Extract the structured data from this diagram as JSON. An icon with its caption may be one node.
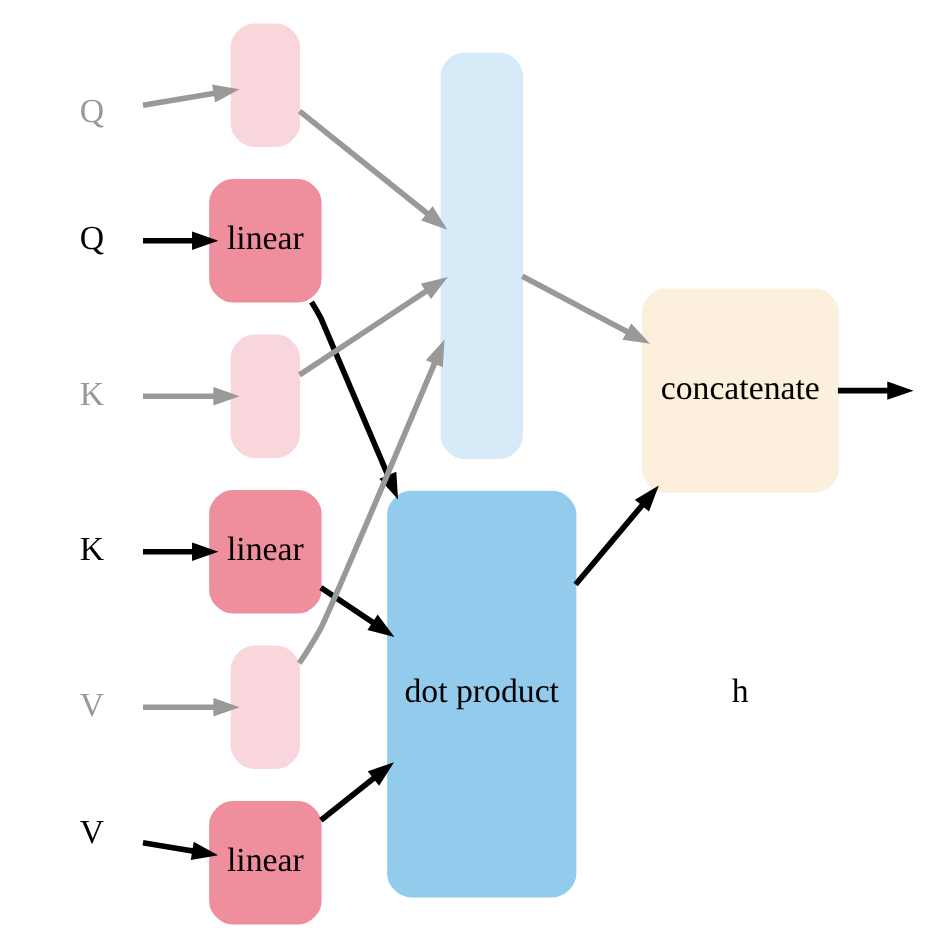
{
  "diagram": {
    "nodes": [
      {
        "text": [
          "Q"
        ]
      },
      {
        "text": [
          "Q"
        ]
      },
      {
        "text": [],
        "shape": "box"
      },
      {
        "text": [
          "linear"
        ]
      },
      {
        "text": [
          "K"
        ]
      },
      {
        "text": [
          "K"
        ]
      },
      {
        "text": [],
        "shape": "box"
      },
      {
        "text": [
          "linear"
        ]
      },
      {
        "text": [
          "V"
        ]
      },
      {
        "text": [
          "V"
        ]
      },
      {
        "text": [],
        "shape": "box"
      },
      {
        "text": [
          "linear"
        ]
      },
      {
        "text": [],
        "shape": "box"
      },
      {
        "text": [
          "dot product"
        ]
      },
      {
        "text": [
          "concatenate"
        ]
      }
    ],
    "edges": [
      {
        "from": 0,
        "to": 2,
        "arrow": "to",
        "color": "#999999"
      },
      {
        "from": 1,
        "to": 3,
        "arrow": "to"
      },
      {
        "from": 2,
        "to": 12,
        "arrow": "to",
        "color": "#999999"
      },
      {
        "from": 3,
        "to": 13,
        "arrow": "to"
      },
      {
        "from": 4,
        "to": 6,
        "arrow": "to",
        "color": "#999999"
      },
      {
        "from": 5,
        "to": 7,
        "arrow": "to"
      },
      {
        "from": 6,
        "to": 12,
        "arrow": "to",
        "color": "#999999"
      },
      {
        "from": 7,
        "to": 13,
        "arrow": "to"
      },
      {
        "from": 8,
        "to": 10,
        "arrow": "to",
        "color": "#999999"
      },
      {
        "from": 9,
        "to": 11,
        "arrow": "to"
      },
      {
        "from": 10,
        "to": 12,
        "arrow": "to",
        "color": "#999999"
      },
      {
        "from": 11,
        "to": 13,
        "arrow": "to"
      },
      {
        "from": 12,
        "to": 14,
        "arrow": "to",
        "color": "#999999"
      },
      {
        "from": 13,
        "to": 14,
        "arrow": "to"
      },
      {
        "from": 14,
        "to": null,
        "arrow": "to"
      }
    ],
    "labels": [
      "h"
    ]
  }
}
